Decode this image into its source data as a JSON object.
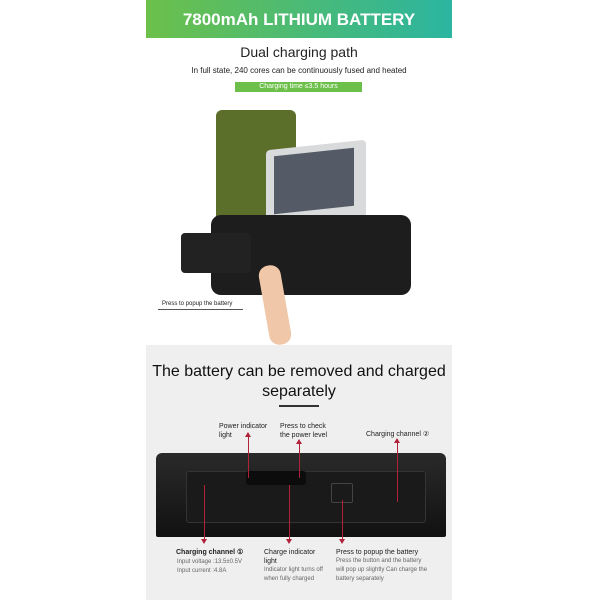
{
  "banner": "7800mAh LITHIUM BATTERY",
  "subtitle": "Dual charging path",
  "description": "In full state, 240 cores can be continuously fused and heated",
  "charging_time": "Charging time ≤3.5 hours",
  "callout_popup": "Press to popup the battery",
  "section2": {
    "title": "The battery can be removed and charged separately",
    "labels": {
      "power_indicator": "Power indicator light",
      "press_check": "Press to check the power level",
      "channel2": "Charging channel ②",
      "channel1": "Charging channel ①",
      "channel1_voltage": "Input voltage :13.5±0.5V",
      "channel1_current": "Input current :4.8A",
      "charge_indicator": "Charge indicator light",
      "charge_indicator_note": "Indicator light turns off when fully charged",
      "popup": "Press to popup the battery",
      "popup_note": "Press the button and the battery will pop up slightly Can charge the battery separately"
    }
  },
  "colors": {
    "accent": "#6cc04a",
    "teal": "#2bb5a0",
    "arrow": "#b0213a"
  }
}
